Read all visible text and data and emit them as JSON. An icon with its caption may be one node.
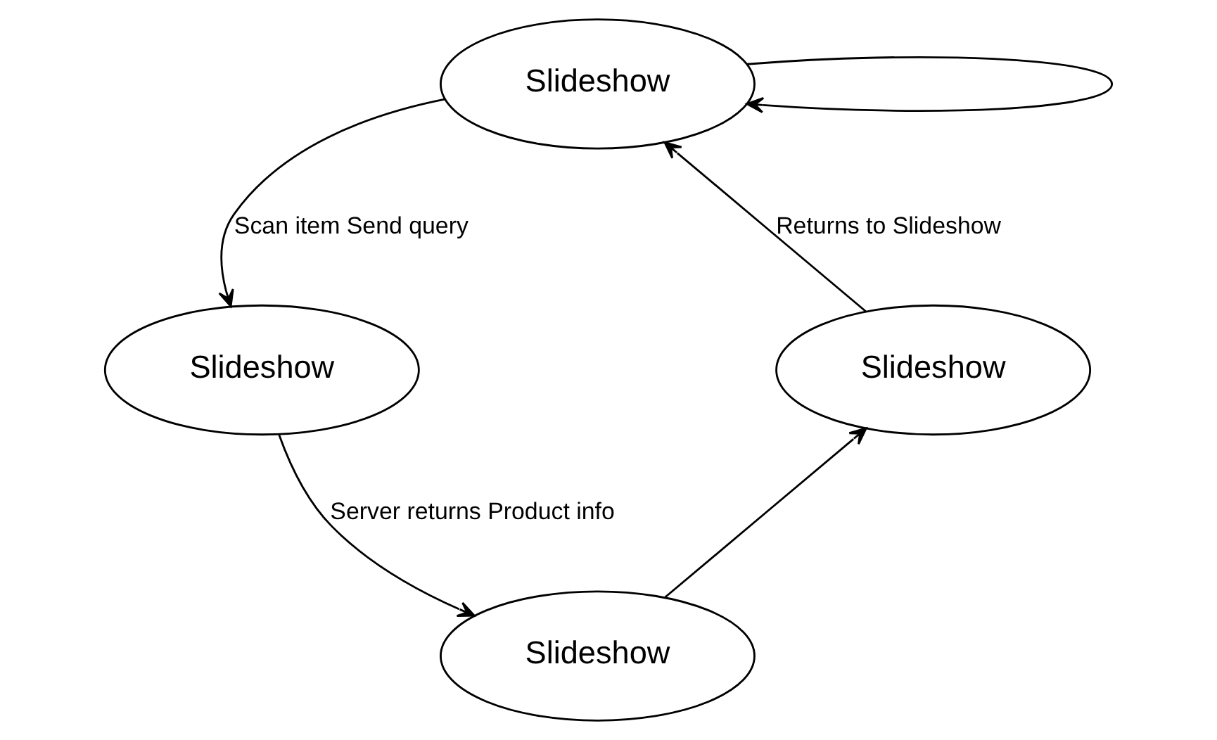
{
  "diagram": {
    "nodes": [
      {
        "text": [
          "Slideshow"
        ]
      },
      {
        "text": [
          "Slideshow"
        ]
      },
      {
        "text": [
          "Slideshow"
        ]
      },
      {
        "text": [
          "Slideshow"
        ]
      }
    ],
    "edges": [
      {
        "from": 0,
        "to": 0,
        "arrow": "to"
      },
      {
        "from": 0,
        "to": 2,
        "arrow": "to",
        "label": "Scan item Send query"
      },
      {
        "from": 2,
        "to": 3,
        "arrow": "to",
        "label": "Server returns Product info"
      },
      {
        "from": 3,
        "to": 1,
        "arrow": "to"
      },
      {
        "from": 1,
        "to": 0,
        "arrow": "to",
        "label": "Returns to Slideshow"
      }
    ]
  }
}
